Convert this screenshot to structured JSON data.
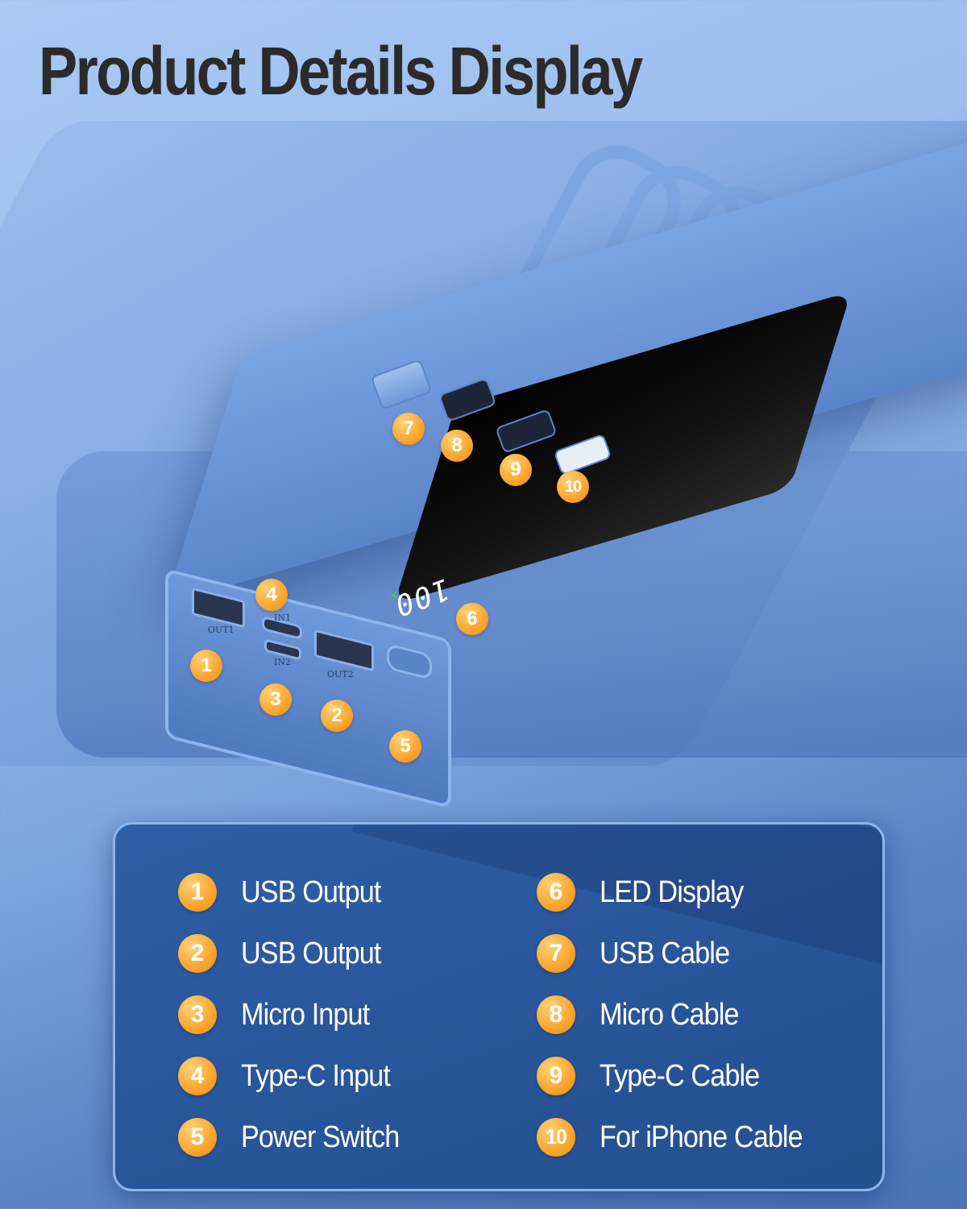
{
  "title": "Product Details Display",
  "device": {
    "led_display_value": "100",
    "port_labels": {
      "out1": "OUT1",
      "in1": "IN1",
      "in2": "IN2",
      "out2": "OUT2"
    }
  },
  "callouts": [
    {
      "n": "1"
    },
    {
      "n": "2"
    },
    {
      "n": "3"
    },
    {
      "n": "4"
    },
    {
      "n": "5"
    },
    {
      "n": "6"
    },
    {
      "n": "7"
    },
    {
      "n": "8"
    },
    {
      "n": "9"
    },
    {
      "n": "10"
    }
  ],
  "legend": {
    "left": [
      {
        "n": "1",
        "label": "USB Output"
      },
      {
        "n": "2",
        "label": "USB Output"
      },
      {
        "n": "3",
        "label": "Micro Input"
      },
      {
        "n": "4",
        "label": "Type-C Input"
      },
      {
        "n": "5",
        "label": "Power Switch"
      }
    ],
    "right": [
      {
        "n": "6",
        "label": "LED Display"
      },
      {
        "n": "7",
        "label": "USB Cable"
      },
      {
        "n": "8",
        "label": "Micro Cable"
      },
      {
        "n": "9",
        "label": "Type-C Cable"
      },
      {
        "n": "10",
        "label": "For iPhone Cable"
      }
    ]
  },
  "colors": {
    "badge": "#f8a630",
    "panel": "#2a569c",
    "panel_border": "#8db4ea",
    "title": "#2b2b2b"
  }
}
